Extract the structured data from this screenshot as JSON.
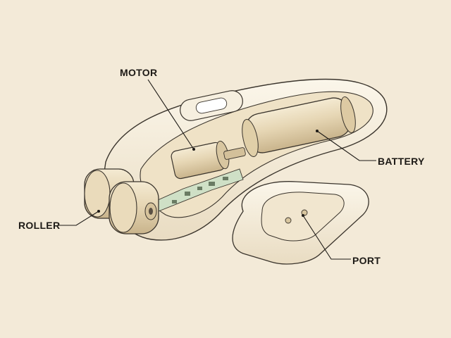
{
  "labels": {
    "motor": "MOTOR",
    "battery": "BATTERY",
    "roller": "ROLLER",
    "port": "PORT"
  },
  "colors": {
    "background": "#f3ead8",
    "ink": "#3a342c",
    "shell": "#f7f0e0",
    "metal": "#e3d4b4",
    "circuit": "#cfe0c6"
  }
}
